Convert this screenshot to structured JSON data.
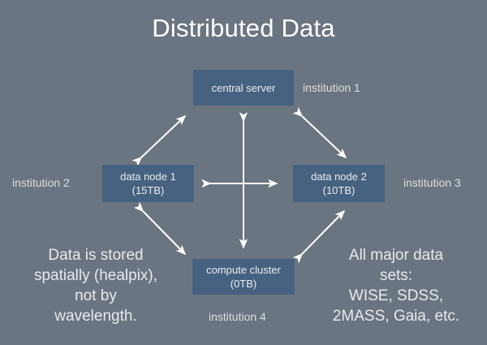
{
  "slide": {
    "title": "Distributed Data",
    "background_color": "#6b7581",
    "node_color": "#466280",
    "text_color": "#e8ecef",
    "arrow_color": "#ffffff"
  },
  "nodes": [
    {
      "id": "central-server",
      "label": "central server",
      "sublabel": "",
      "institution": "institution 1"
    },
    {
      "id": "data-node-1",
      "label": "data node 1",
      "sublabel": "(15TB)",
      "institution": "institution 2"
    },
    {
      "id": "data-node-2",
      "label": "data node 2",
      "sublabel": "(10TB)",
      "institution": "institution 3"
    },
    {
      "id": "compute-cluster",
      "label": "compute cluster",
      "sublabel": "(0TB)",
      "institution": "institution 4"
    }
  ],
  "institution_labels": {
    "one": "institution 1",
    "two": "institution 2",
    "three": "institution 3",
    "four": "institution 4"
  },
  "notes": {
    "left": "Data is stored\nspatially (healpix),\nnot by\nwavelength.",
    "right": "All major data\nsets:\nWISE, SDSS,\n2MASS, Gaia, etc."
  },
  "connections": [
    {
      "from": "data-node-1",
      "to": "central-server",
      "style": "double-arrow"
    },
    {
      "from": "central-server",
      "to": "data-node-2",
      "style": "double-arrow"
    },
    {
      "from": "central-server",
      "to": "compute-cluster",
      "style": "double-arrow"
    },
    {
      "from": "data-node-1",
      "to": "data-node-2",
      "style": "double-arrow"
    },
    {
      "from": "data-node-1",
      "to": "compute-cluster",
      "style": "double-arrow"
    },
    {
      "from": "compute-cluster",
      "to": "data-node-2",
      "style": "double-arrow"
    }
  ]
}
